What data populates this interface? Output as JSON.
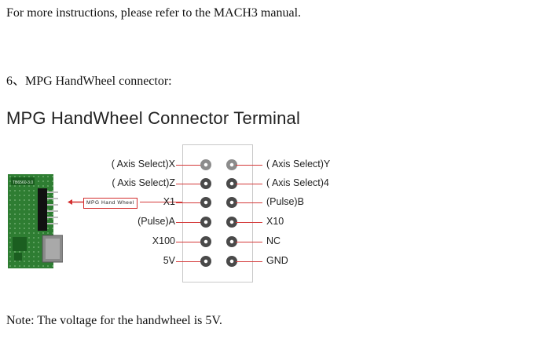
{
  "text": {
    "intro": "For more instructions, please refer to the MACH3 manual.",
    "section": "6、MPG HandWheel connector:",
    "diagram_title": "MPG HandWheel Connector Terminal",
    "note": "Note: The voltage for the handwheel is 5V."
  },
  "board": {
    "model_label": "TB6560-3.0",
    "connector_label": "MPG Hand Wheel"
  },
  "pins": {
    "left": [
      "( Axis Select)X",
      "( Axis Select)Z",
      "X1",
      "(Pulse)A",
      "X100",
      "5V"
    ],
    "right": [
      "( Axis Select)Y",
      "( Axis Select)4",
      "(Pulse)B",
      "X10",
      "NC",
      "GND"
    ]
  },
  "colors": {
    "lead_line": "#d43a3a",
    "pcb_green": "#2e7d32",
    "callout_border": "#d32f2f"
  }
}
